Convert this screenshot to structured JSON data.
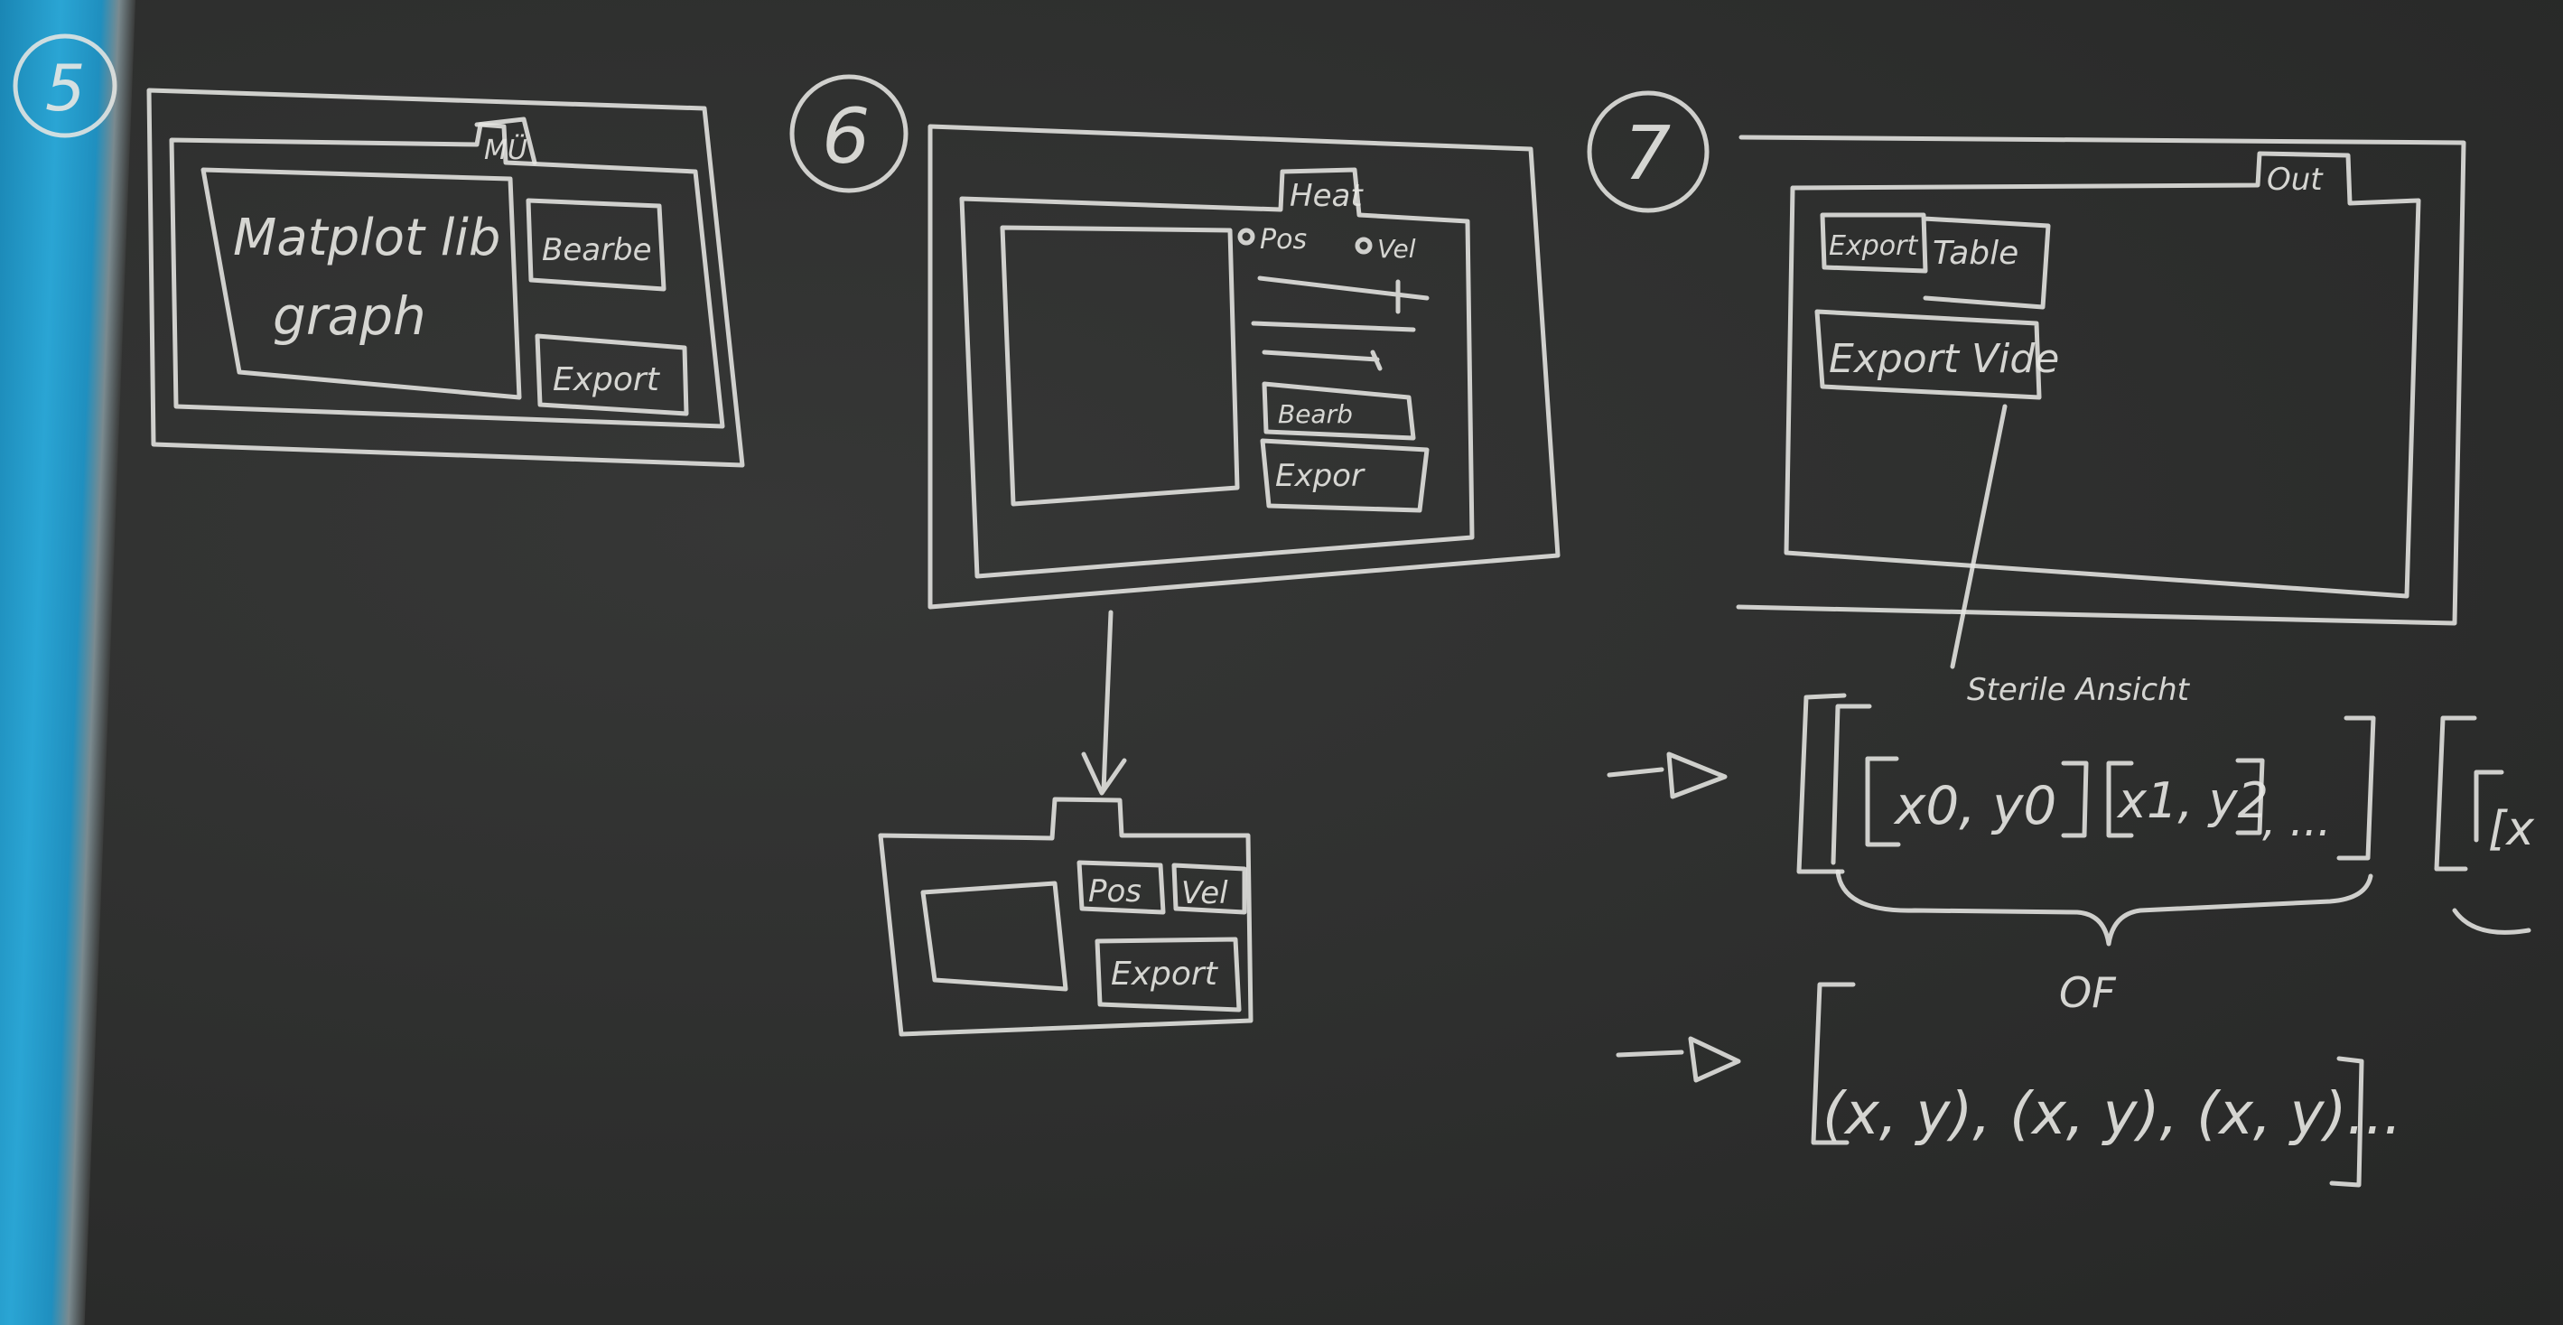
{
  "sketch5": {
    "number": "5",
    "tab": "MÜ",
    "graph_line1": "Matplot lib",
    "graph_line2": "graph",
    "button_top": "Bearbe",
    "button_export": "Export"
  },
  "sketch6": {
    "number": "6",
    "tab": "Heat",
    "radio_pos": "Pos",
    "radio_vel": "Vel",
    "button_top": "Bearb",
    "button_export": "Expor",
    "sub_pos": "Pos",
    "sub_vel": "Vel",
    "sub_export": "Export"
  },
  "sketch7": {
    "number": "7",
    "tab": "Out",
    "btn_export": "Export",
    "btn_table": "Table",
    "btn_export_video": "Export Vide",
    "note": "Sterile Ansicht",
    "arrow1": "—▷",
    "arrow2": "—▷",
    "list_open": "[[",
    "pair1": "x0, y0",
    "pair2": "x1, y2",
    "list_tail": ", ...",
    "list_next": "[x",
    "brace_label": "OF",
    "tuple_list": "(x, y), (x, y), (x, y)..."
  }
}
